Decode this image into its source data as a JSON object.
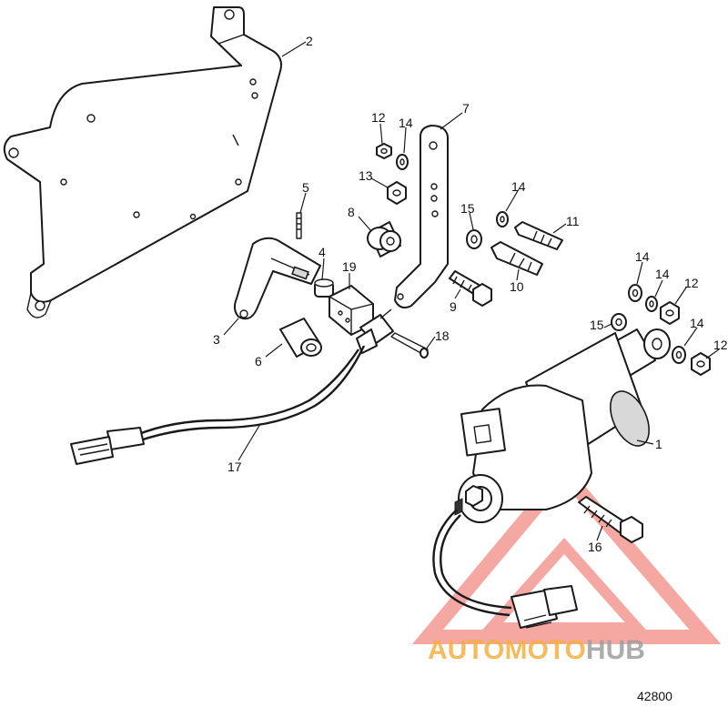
{
  "figure_number": "42800",
  "watermark": {
    "part1": "AUTOMOTO",
    "part2": "HUB",
    "color_primary": "#f5b041",
    "color_secondary": "#9e9e9e",
    "triangle_color": "#f28b82"
  },
  "callouts": [
    {
      "id": "c1",
      "label": "1"
    },
    {
      "id": "c2",
      "label": "2"
    },
    {
      "id": "c3",
      "label": "3"
    },
    {
      "id": "c4",
      "label": "4"
    },
    {
      "id": "c5",
      "label": "5"
    },
    {
      "id": "c6",
      "label": "6"
    },
    {
      "id": "c7",
      "label": "7"
    },
    {
      "id": "c8",
      "label": "8"
    },
    {
      "id": "c9",
      "label": "9"
    },
    {
      "id": "c10",
      "label": "10"
    },
    {
      "id": "c11",
      "label": "11"
    },
    {
      "id": "c12a",
      "label": "12"
    },
    {
      "id": "c12b",
      "label": "12"
    },
    {
      "id": "c12c",
      "label": "12"
    },
    {
      "id": "c13",
      "label": "13"
    },
    {
      "id": "c14a",
      "label": "14"
    },
    {
      "id": "c14b",
      "label": "14"
    },
    {
      "id": "c14c",
      "label": "14"
    },
    {
      "id": "c14d",
      "label": "14"
    },
    {
      "id": "c14e",
      "label": "14"
    },
    {
      "id": "c15a",
      "label": "15"
    },
    {
      "id": "c15b",
      "label": "15"
    },
    {
      "id": "c16",
      "label": "16"
    },
    {
      "id": "c17",
      "label": "17"
    },
    {
      "id": "c18",
      "label": "18"
    },
    {
      "id": "c19",
      "label": "19"
    }
  ]
}
